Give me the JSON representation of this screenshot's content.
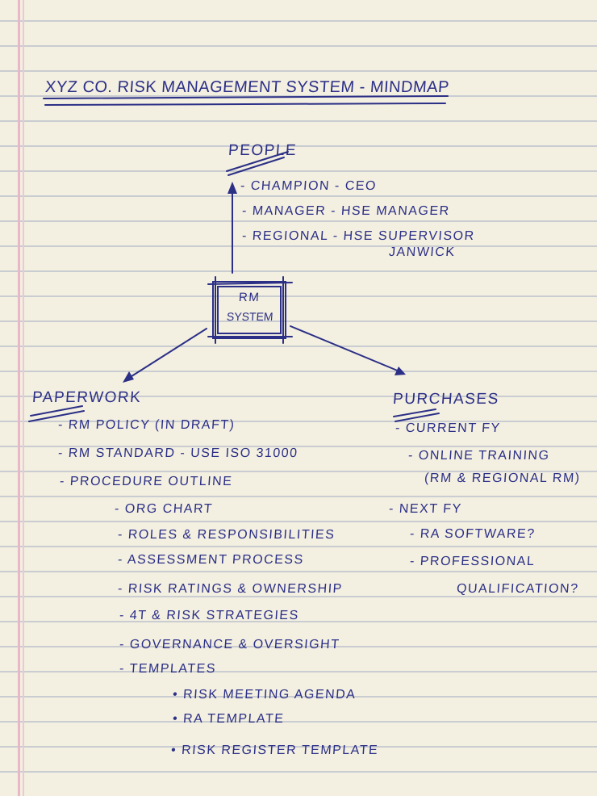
{
  "title": "XYZ Co. Risk Management System - Mindmap",
  "center": {
    "line1": "RM",
    "line2": "System"
  },
  "people": {
    "heading": "People",
    "items": [
      "- Champion - CEO",
      "- Manager - HSE Manager",
      "- Regional - HSE Supervisor"
    ],
    "continuation": "Janwick"
  },
  "paperwork": {
    "heading": "Paperwork",
    "items": [
      "- RM Policy (in draft)",
      "- RM Standard - use ISO 31000",
      "- Procedure outline"
    ],
    "sub_items": [
      "- Org chart",
      "- Roles & Responsibilities",
      "- Assessment process",
      "- Risk ratings & ownership",
      "- 4T & Risk strategies",
      "- Governance & oversight",
      "- Templates"
    ],
    "templates": [
      "• Risk meeting agenda",
      "• RA template",
      "• Risk register template"
    ]
  },
  "purchases": {
    "heading": "Purchases",
    "current": "- Current FY",
    "current_items": [
      "- Online training",
      "(RM & Regional RM)"
    ],
    "next": "- Next FY",
    "next_items": [
      "- RA software?",
      "- Professional",
      "qualification?"
    ]
  },
  "ink_color": "#2b2f86"
}
